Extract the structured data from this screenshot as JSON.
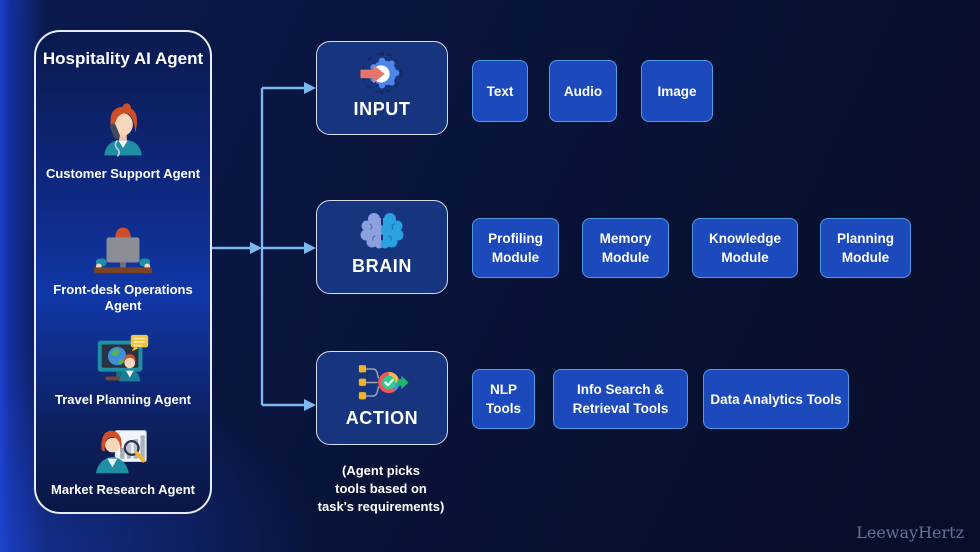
{
  "panel": {
    "title": "Hospitality AI Agent",
    "agents": [
      {
        "label": "Customer Support Agent",
        "icon": "customer-support-icon"
      },
      {
        "label": "Front-desk Operations Agent",
        "icon": "front-desk-operations-icon"
      },
      {
        "label": "Travel Planning Agent",
        "icon": "travel-planning-icon"
      },
      {
        "label": "Market Research Agent",
        "icon": "market-research-icon"
      }
    ]
  },
  "modules": [
    {
      "label": "INPUT",
      "icon": "input-icon",
      "tools": [
        "Text",
        "Audio",
        "Image"
      ]
    },
    {
      "label": "BRAIN",
      "icon": "brain-icon",
      "tools": [
        "Profiling Module",
        "Memory Module",
        "Knowledge Module",
        "Planning Module"
      ]
    },
    {
      "label": "ACTION",
      "icon": "action-icon",
      "tools": [
        "NLP Tools",
        "Info Search & Retrieval Tools",
        "Data Analytics Tools"
      ],
      "caption_lines": [
        "(Agent picks",
        "tools based on",
        "task's requirements)"
      ]
    }
  ],
  "watermark": "LeewayHertz",
  "colors": {
    "background_dark": "#081232",
    "panel_mid_blue": "#1138a8",
    "module_box": "#17347f",
    "tool_box": "#1c4abc",
    "tool_border": "#4f9be4",
    "arrow": "#7cb9ee",
    "text": "#ffffff"
  }
}
